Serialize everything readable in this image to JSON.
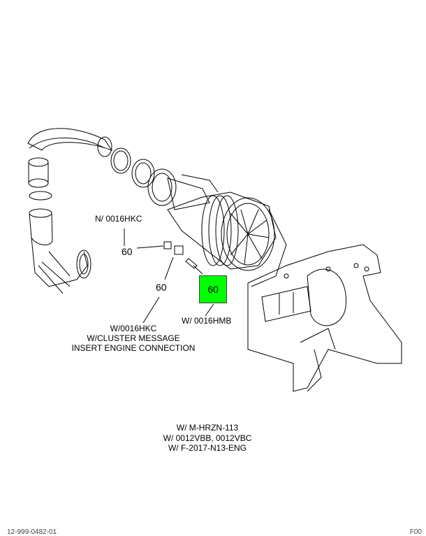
{
  "labels": {
    "n_0016hkc": "N/ 0016HKC",
    "w_0016hmb": "W/ 0016HMB",
    "note_line1": "W/0016HKC",
    "note_line2": "W/CLUSTER MESSAGE",
    "note_line3": "INSERT ENGINE CONNECTION"
  },
  "callouts": {
    "a": "60",
    "b": "60",
    "c": "60"
  },
  "footer": {
    "line1": "W/ M-HRZN-113",
    "line2": "W/ 0012VBB, 0012VBC",
    "line3": "W/ F-2017-N13-ENG"
  },
  "corner": {
    "left": "12-999-0482-01",
    "right": "F00"
  },
  "colors": {
    "highlight": "#00ff00",
    "line": "#000000"
  }
}
